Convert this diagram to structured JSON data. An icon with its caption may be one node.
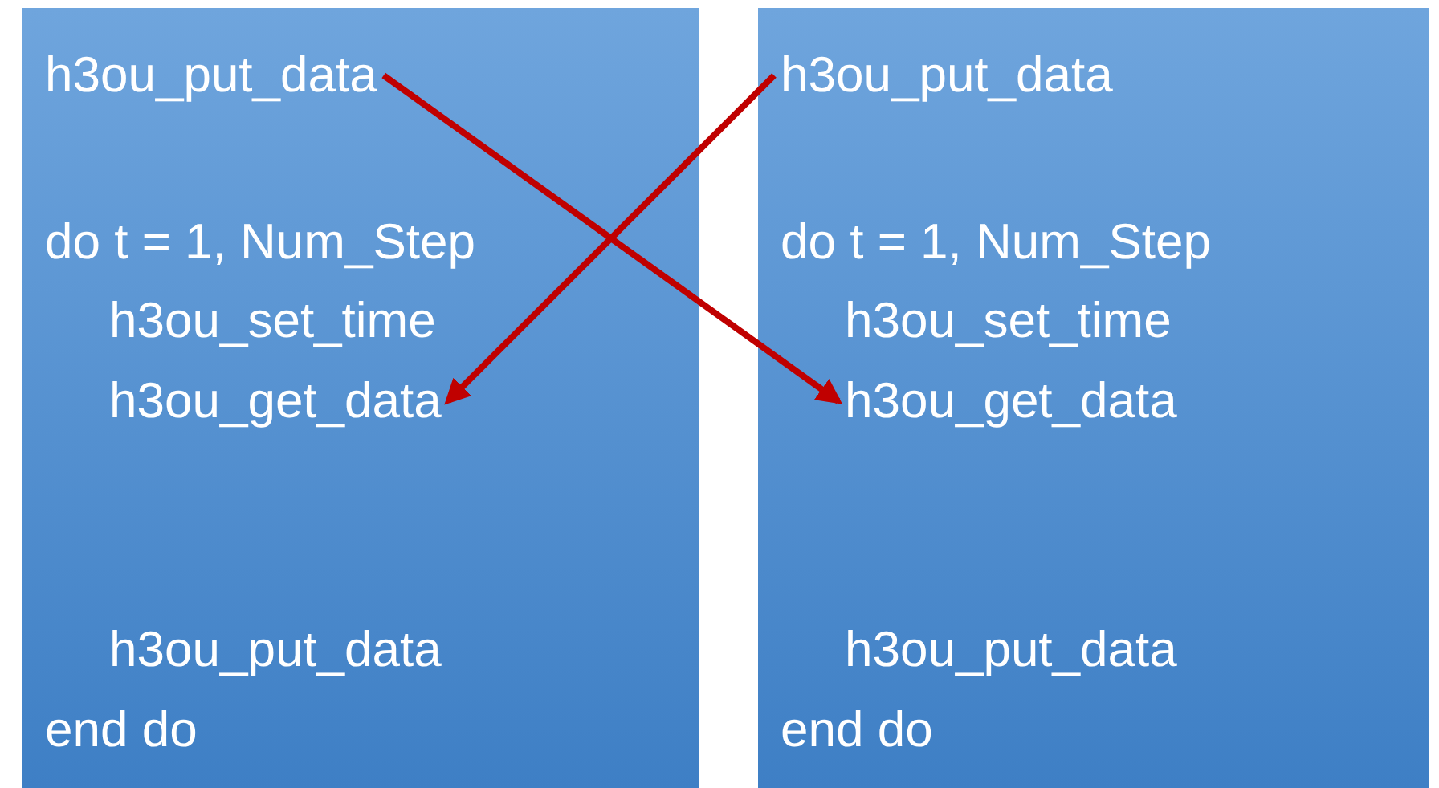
{
  "diagram": {
    "nodes": [
      {
        "text": [],
        "shape": "box"
      },
      {
        "text": [
          "h3ou_put_data"
        ],
        "in": 0
      },
      {
        "text": [
          "do t = 1, Num_Step"
        ],
        "in": 0
      },
      {
        "text": [
          "h3ou_set_time"
        ],
        "in": 0
      },
      {
        "text": [
          "h3ou_get_data"
        ],
        "in": 0
      },
      {
        "text": [
          "h3ou_put_data"
        ],
        "in": 0
      },
      {
        "text": [
          "end do"
        ],
        "in": 0
      },
      {
        "text": [],
        "shape": "box"
      },
      {
        "text": [
          "h3ou_put_data"
        ],
        "in": 7
      },
      {
        "text": [
          "do t = 1, Num_Step"
        ],
        "in": 7
      },
      {
        "text": [
          "h3ou_set_time"
        ],
        "in": 7
      },
      {
        "text": [
          "h3ou_get_data"
        ],
        "in": 7
      },
      {
        "text": [
          "h3ou_put_data"
        ],
        "in": 7
      },
      {
        "text": [
          "end do"
        ],
        "in": 7
      }
    ],
    "edges": [
      {
        "from": 1,
        "to": 11,
        "arrow": "to"
      },
      {
        "from": 8,
        "to": 4,
        "arrow": "to"
      }
    ]
  }
}
